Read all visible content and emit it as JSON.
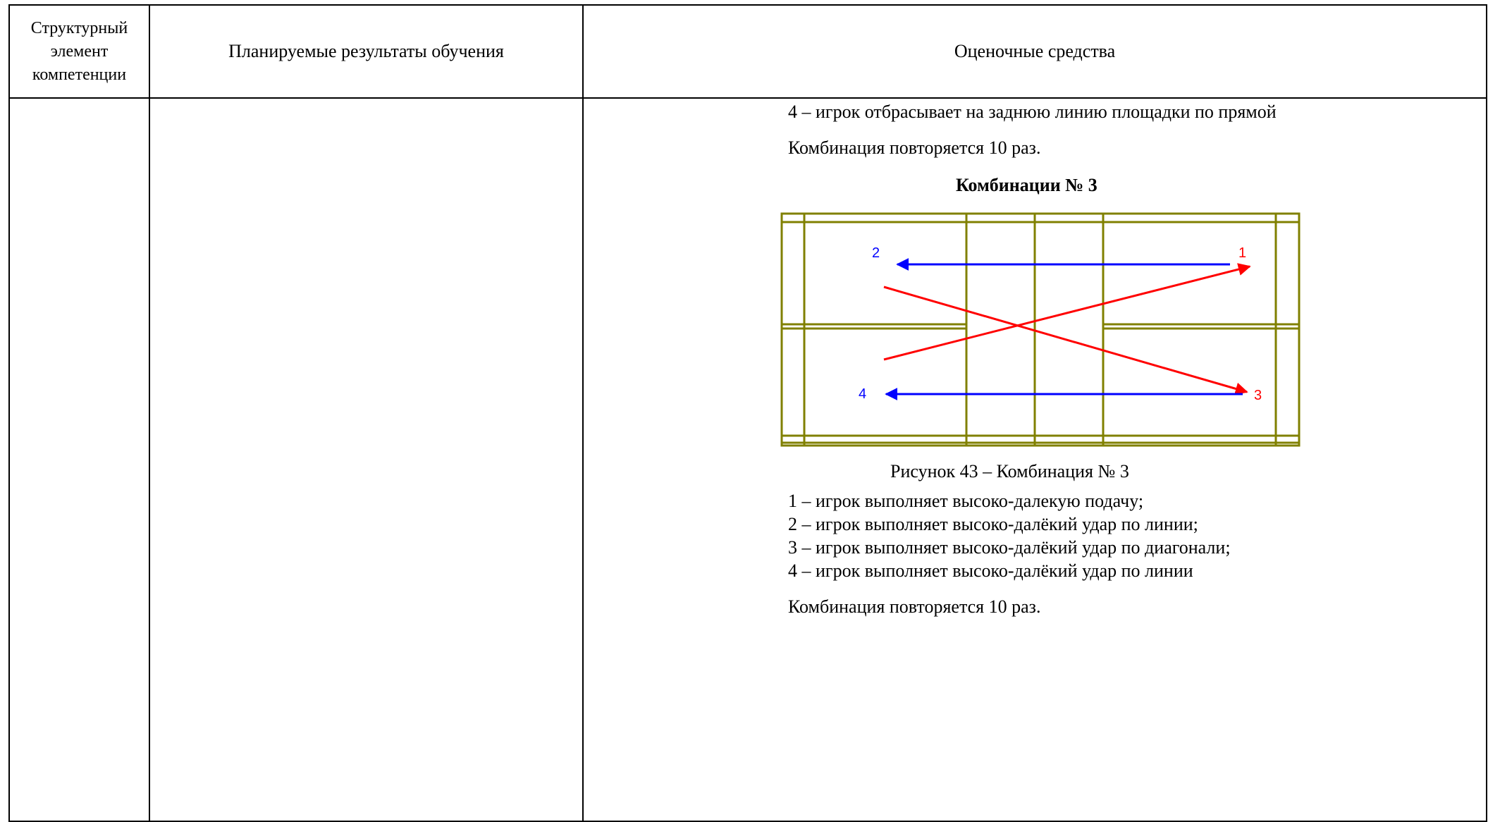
{
  "table": {
    "headers": {
      "col1": [
        "Структурный",
        "элемент",
        "компетенции"
      ],
      "col2": "Планируемые результаты обучения",
      "col3": "Оценочные средства"
    }
  },
  "content": {
    "top_lines": [
      "4 – игрок отбрасывает на заднюю линию площадки по прямой",
      "Комбинация повторяется 10 раз."
    ],
    "figure_title": "Комбинации № 3",
    "figure": {
      "labels": {
        "p1": "1",
        "p2": "2",
        "p3": "3",
        "p4": "4"
      },
      "colors": {
        "court": "#808000",
        "red": "#ff0000",
        "blue": "#0000ff"
      }
    },
    "caption": "Рисунок 43 – Комбинация № 3",
    "items": [
      "1 – игрок выполняет высоко-далекую подачу;",
      "2 – игрок выполняет высоко-далёкий удар по линии;",
      "3 – игрок выполняет высоко-далёкий удар по диагонали;",
      "4 – игрок выполняет высоко-далёкий удар по линии",
      "Комбинация повторяется 10 раз."
    ]
  }
}
